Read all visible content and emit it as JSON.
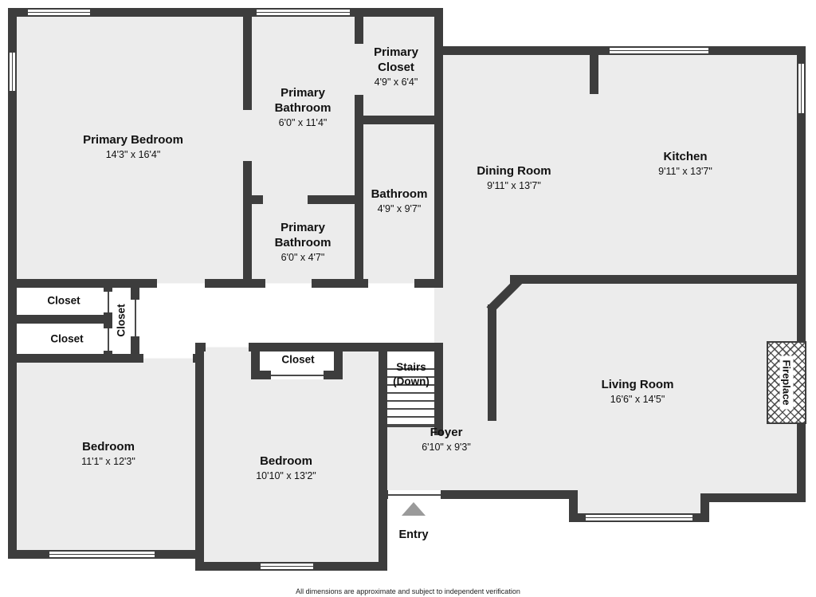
{
  "plan": {
    "rooms": {
      "primary_bedroom": {
        "name": "Primary Bedroom",
        "dims": "14'3\" x 16'4\""
      },
      "primary_bathroom_top": {
        "name": "Primary Bathroom",
        "dims": "6'0\" x 11'4\""
      },
      "primary_closet": {
        "name": "Primary Closet",
        "dims": "4'9\" x 6'4\""
      },
      "bathroom": {
        "name": "Bathroom",
        "dims": "4'9\" x 9'7\""
      },
      "primary_bathroom_lower": {
        "name": "Primary Bathroom",
        "dims": "6'0\" x 4'7\""
      },
      "dining_room": {
        "name": "Dining Room",
        "dims": "9'11\" x 13'7\""
      },
      "kitchen": {
        "name": "Kitchen",
        "dims": "9'11\" x 13'7\""
      },
      "living_room": {
        "name": "Living Room",
        "dims": "16'6\" x 14'5\""
      },
      "foyer": {
        "name": "Foyer",
        "dims": "6'10\" x 9'3\""
      },
      "bedroom_left": {
        "name": "Bedroom",
        "dims": "11'1\" x 12'3\""
      },
      "bedroom_middle": {
        "name": "Bedroom",
        "dims": "10'10\" x 13'2\""
      }
    },
    "labels": {
      "closet_upper_left": "Closet",
      "closet_lower_left": "Closet",
      "closet_hall_vertical": "Closet",
      "closet_bedroom": "Closet",
      "stairs": "Stairs (Down)",
      "entry": "Entry",
      "fireplace": "Fireplace"
    },
    "footer_disclaimer": "All dimensions are approximate and subject to independent verification",
    "colors": {
      "wall": "#3d3d3d",
      "floor": "#ececec"
    }
  }
}
